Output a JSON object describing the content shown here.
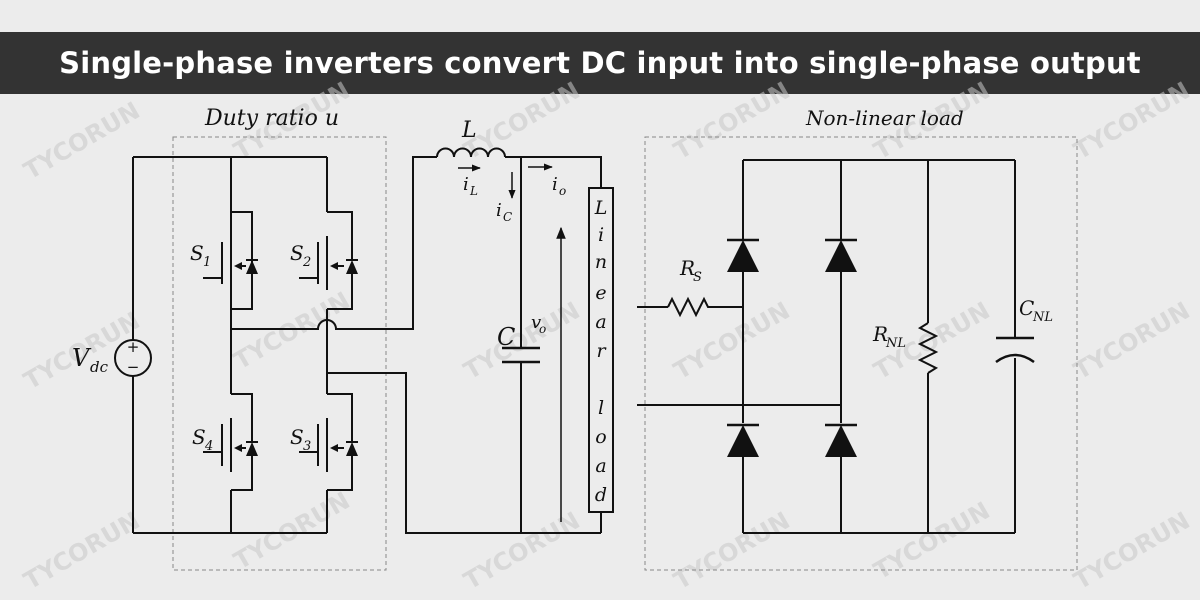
{
  "title": "Single-phase inverters convert DC input into single-phase output",
  "labels": {
    "duty_ratio": "Duty ratio  u",
    "nonlinear_load": "Non-linear load",
    "vdc_main": "V",
    "vdc_sub": "dc",
    "s1_main": "S",
    "s1_sub": "1",
    "s2_main": "S",
    "s2_sub": "2",
    "s3_main": "S",
    "s3_sub": "3",
    "s4_main": "S",
    "s4_sub": "4",
    "inductor": "L",
    "il_main": "i",
    "il_sub": "L",
    "ic_main": "i",
    "ic_sub": "C",
    "io_main": "i",
    "io_sub": "o",
    "capacitor": "C",
    "vo_main": "v",
    "vo_sub": "o",
    "linear_load_letters": [
      "L",
      "i",
      "n",
      "e",
      "a",
      "r",
      "l",
      "o",
      "a",
      "d"
    ],
    "rs_main": "R",
    "rs_sub": "S",
    "rnl_main": "R",
    "rnl_sub": "NL",
    "cnl_main": "C",
    "cnl_sub": "NL",
    "plus": "+",
    "minus": "−"
  },
  "watermark": "TYCORUN"
}
